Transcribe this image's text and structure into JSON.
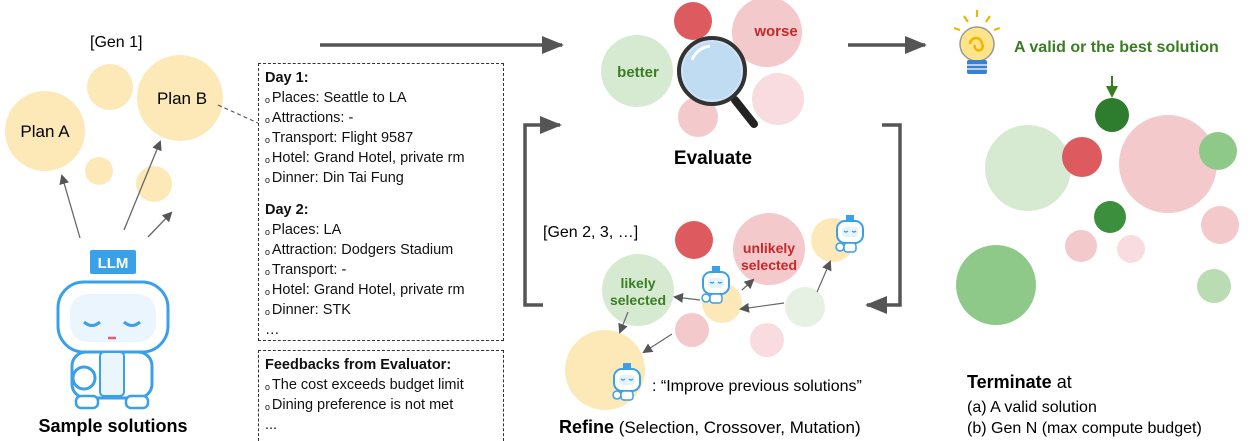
{
  "sample": {
    "gen_label": "[Gen 1]",
    "plan_a": "Plan A",
    "plan_b": "Plan B",
    "llm_badge": "LLM",
    "caption": "Sample solutions"
  },
  "plan_box": {
    "day1_title": "Day 1:",
    "day1_items": [
      "Places: Seattle to LA",
      "Attractions: -",
      "Transport: Flight 9587",
      "Hotel: Grand Hotel, private rm",
      "Dinner: Din Tai Fung"
    ],
    "day2_title": "Day 2:",
    "day2_items": [
      "Places: LA",
      "Attraction: Dodgers Stadium",
      "Transport: -",
      "Hotel: Grand Hotel, private rm",
      "Dinner: STK"
    ],
    "ellipsis": "…"
  },
  "feedback_box": {
    "title": "Feedbacks from Evaluator:",
    "items": [
      "The cost exceeds budget limit",
      "Dining preference is not met"
    ],
    "ellipsis": "..."
  },
  "evaluate": {
    "better": "better",
    "worse": "worse",
    "caption": "Evaluate"
  },
  "refine": {
    "gen_label": "[Gen 2, 3, …]",
    "likely_line1": "likely",
    "likely_line2": "selected",
    "unlikely_line1": "unlikely",
    "unlikely_line2": "selected",
    "improve_text": ": “Improve previous solutions”",
    "caption_bold": "Refine",
    "caption_rest": " (Selection, Crossover, Mutation)"
  },
  "terminate": {
    "best_label": "A valid or the best solution",
    "caption_bold": "Terminate",
    "caption_rest": " at",
    "cond_a": "(a) A valid solution",
    "cond_b": "(b) Gen N (max compute budget)"
  },
  "colors": {
    "yellow": "#fde9b8",
    "green_light": "#d6ead2",
    "green_mid": "#8ec98a",
    "green_dark": "#2e7d2e",
    "red_dark": "#dd5a5f",
    "pink": "#f4c9cc",
    "pink_light": "#f8dcdf",
    "label_green": "#3a7d22",
    "label_red": "#c62828",
    "arrow": "#555555",
    "robot": "#3aa0e8"
  }
}
